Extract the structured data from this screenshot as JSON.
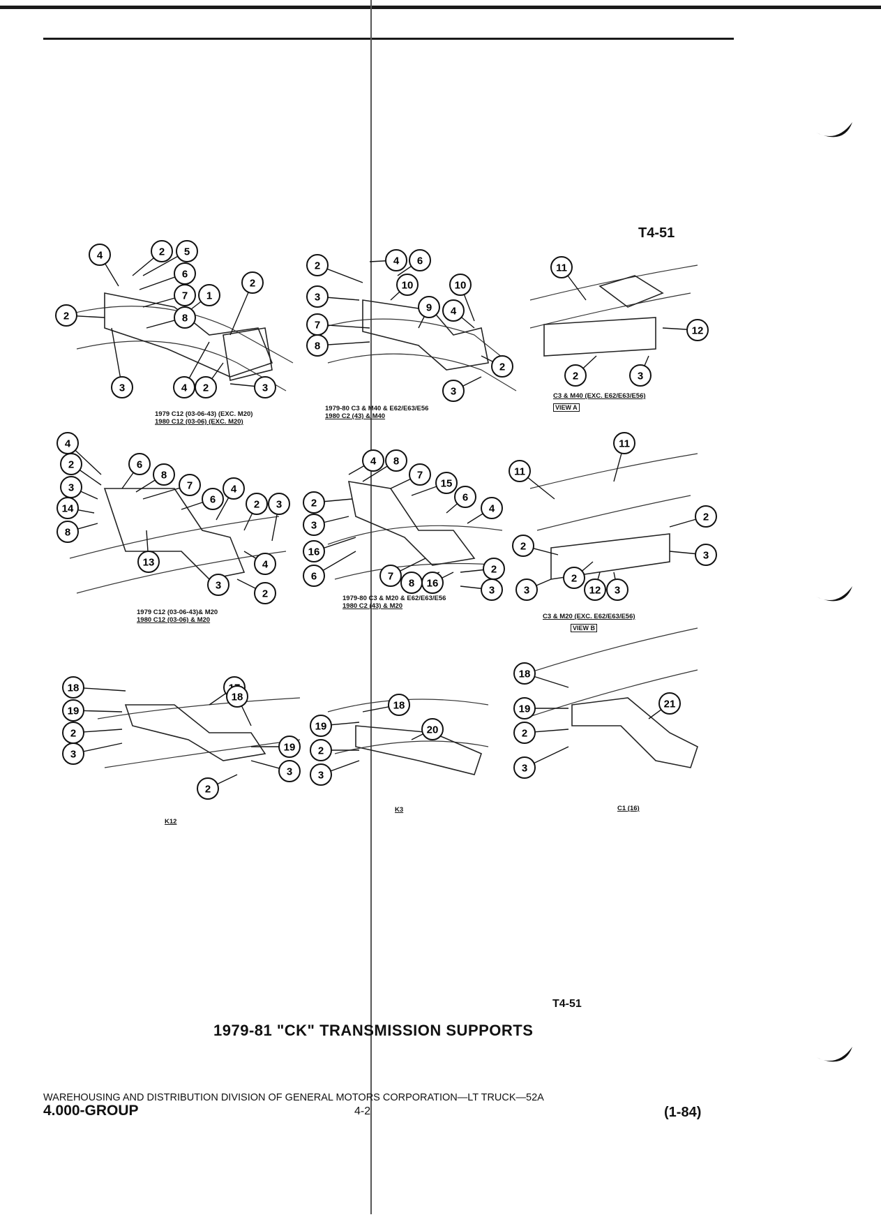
{
  "figure_ref_top": "T4-51",
  "figure_ref_bottom": "T4-51",
  "title": "1979-81 \"CK\" TRANSMISSION SUPPORTS",
  "footer": {
    "line": "WAREHOUSING AND DISTRIBUTION DIVISION OF GENERAL MOTORS CORPORATION—LT TRUCK—52A",
    "group": "4.000-GROUP",
    "page": "4-2",
    "date": "(1-84)"
  },
  "captions": {
    "p1_line1": "1979 C12 (03-06-43) (EXC. M20)",
    "p1_line2": "1980 C12 (03-06) (EXC. M20)",
    "p2_line1": "1979-80 C3 & M40 & E62/E63/E56",
    "p2_line2": "1980 C2 (43) & M40",
    "p3_line1": "C3 & M40 (EXC. E62/E63/E56)",
    "p3_view": "VIEW A",
    "p4_line1": "1979 C12 (03-06-43)& M20",
    "p4_line2": "1980 C12 (03-06) & M20",
    "p5_line1": "1979-80 C3 & M20 & E62/E63/E56",
    "p5_line2": "1980 C2 (43) & M20",
    "p6_line1": "C3 & M20 (EXC. E62/E63/E56)",
    "p6_view": "VIEW B",
    "p7": "K12",
    "p8": "K3",
    "p9": "C1 (16)"
  },
  "callouts": {
    "p1": [
      "4",
      "2",
      "5",
      "6",
      "7",
      "1",
      "2",
      "8",
      "2",
      "3",
      "4",
      "2",
      "3"
    ],
    "p2": [
      "2",
      "4",
      "6",
      "10",
      "10",
      "3",
      "9",
      "4",
      "7",
      "8",
      "2",
      "3"
    ],
    "p3": [
      "11",
      "12",
      "2",
      "3"
    ],
    "p4": [
      "4",
      "2",
      "6",
      "8",
      "3",
      "7",
      "14",
      "6",
      "4",
      "2",
      "3",
      "8",
      "13",
      "4",
      "3",
      "2"
    ],
    "p5": [
      "4",
      "8",
      "7",
      "15",
      "2",
      "6",
      "4",
      "3",
      "16",
      "6",
      "7",
      "2",
      "8",
      "16",
      "3"
    ],
    "p6": [
      "11",
      "11",
      "2",
      "3",
      "2",
      "12",
      "2",
      "3",
      "3"
    ],
    "p7": [
      "18",
      "17",
      "18",
      "19",
      "2",
      "19",
      "3",
      "3",
      "2"
    ],
    "p8": [
      "18",
      "19",
      "20",
      "2",
      "3"
    ],
    "p9": [
      "18",
      "21",
      "19",
      "2",
      "3"
    ]
  }
}
